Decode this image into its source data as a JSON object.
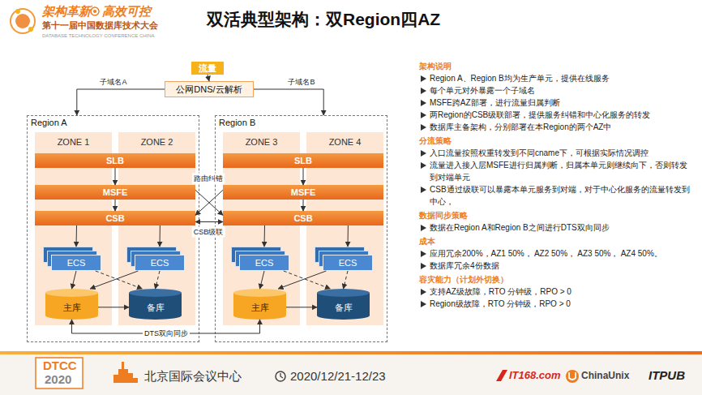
{
  "diagram": {
    "title": "双活典型架构：双Region四AZ",
    "nodes": [
      {
        "text": [
          "流量"
        ]
      },
      {
        "text": [
          "公网DNS/云解析"
        ]
      },
      {
        "text": [
          "Region A"
        ]
      },
      {
        "text": [
          "ZONE 1"
        ],
        "in": 2
      },
      {
        "text": [
          "ZONE 2"
        ],
        "in": 2
      },
      {
        "text": [
          "SLB"
        ],
        "in": 2
      },
      {
        "text": [
          "MSFE"
        ],
        "in": 2
      },
      {
        "text": [
          "CSB"
        ],
        "in": 2
      },
      {
        "text": [
          "ECS"
        ],
        "in": 3
      },
      {
        "text": [
          "ECS"
        ],
        "in": 4
      },
      {
        "text": [
          "主库"
        ],
        "in": 3
      },
      {
        "text": [
          "备库"
        ],
        "in": 4
      },
      {
        "text": [
          "Region B"
        ]
      },
      {
        "text": [
          "ZONE 3"
        ],
        "in": 12
      },
      {
        "text": [
          "ZONE 4"
        ],
        "in": 12
      },
      {
        "text": [
          "SLB"
        ],
        "in": 12
      },
      {
        "text": [
          "MSFE"
        ],
        "in": 12
      },
      {
        "text": [
          "CSB"
        ],
        "in": 12
      },
      {
        "text": [
          "ECS"
        ],
        "in": 13
      },
      {
        "text": [
          "ECS"
        ],
        "in": 14
      },
      {
        "text": [
          "主库"
        ],
        "in": 13
      },
      {
        "text": [
          "备库"
        ],
        "in": 14
      }
    ],
    "edges": [
      {
        "from": 0,
        "to": 1,
        "arrow": "to"
      },
      {
        "from": 1,
        "to": 2,
        "label": "子域名A",
        "arrow": "to"
      },
      {
        "from": 1,
        "to": 12,
        "label": "子域名B",
        "arrow": "to"
      },
      {
        "from": 5,
        "to": 6,
        "arrow": "to"
      },
      {
        "from": 6,
        "to": 7,
        "arrow": "to"
      },
      {
        "from": 7,
        "to": 8,
        "arrow": "to"
      },
      {
        "from": 7,
        "to": 9,
        "arrow": "to"
      },
      {
        "from": 8,
        "to": 10,
        "arrow": "to"
      },
      {
        "from": 8,
        "to": 11,
        "arrow": "to"
      },
      {
        "from": 9,
        "to": 10,
        "arrow": "to"
      },
      {
        "from": 9,
        "to": 11,
        "arrow": "to"
      },
      {
        "from": 10,
        "to": 11,
        "arrow": "to"
      },
      {
        "from": 15,
        "to": 16,
        "arrow": "to"
      },
      {
        "from": 16,
        "to": 17,
        "arrow": "to"
      },
      {
        "from": 17,
        "to": 18,
        "arrow": "to"
      },
      {
        "from": 17,
        "to": 19,
        "arrow": "to"
      },
      {
        "from": 18,
        "to": 20,
        "arrow": "to"
      },
      {
        "from": 18,
        "to": 21,
        "arrow": "to"
      },
      {
        "from": 19,
        "to": 20,
        "arrow": "to"
      },
      {
        "from": 19,
        "to": 21,
        "arrow": "to"
      },
      {
        "from": 20,
        "to": 21,
        "arrow": "to"
      },
      {
        "from": 6,
        "to": 17,
        "label": "路由纠错",
        "arrow": "to"
      },
      {
        "from": 16,
        "to": 7,
        "arrow": "to"
      },
      {
        "from": 7,
        "to": 17,
        "label": "CSB级联",
        "arrow": "both"
      },
      {
        "from": 10,
        "to": 20,
        "label": "DTS双向同步",
        "arrow": "both"
      }
    ],
    "labels": [
      "架构革新",
      "高效可控",
      "第十一届中国数据库技术大会",
      "DATABASE TECHNOLOGY CONFERENCE CHINA",
      "架构说明",
      "Region A、Region B均为生产单元，提供在线服务",
      "每个单元对外暴露一个子域名",
      "MSFE跨AZ部署，进行流量归属判断",
      "两Region的CSB级联部署，提供服务纠错和中心化服务的转发",
      "数据库主备架构，分别部署在本Region的两个AZ中",
      "分流策略",
      "入口流量按照权重转发到不同cname下，可根据实际情况调控",
      "流量进入接入层MSFE进行归属判断，归属本单元则继续向下，否则转发到对端单元",
      "CSB通过级联可以暴露本单元服务到对端，对于中心化服务的流量转发到中心，",
      "数据同步策略",
      "数据在Region A和Region B之间进行DTS双向同步",
      "成本",
      "应用冗余200%，AZ1 50%， AZ2 50%， AZ3 50%， AZ4 50%。",
      "数据库冗余4份数据",
      "容灾能力（计划外切换）",
      "支持AZ级故障，RTO 分钟级，RPO > 0",
      "Region级故障，RTO 分钟级，RPO > 0",
      "DTCC",
      "2020",
      "北京国际会议中心",
      "2020/12/21-12/23",
      "IT168.com",
      "ChinaUnix",
      "ITPUB"
    ]
  }
}
